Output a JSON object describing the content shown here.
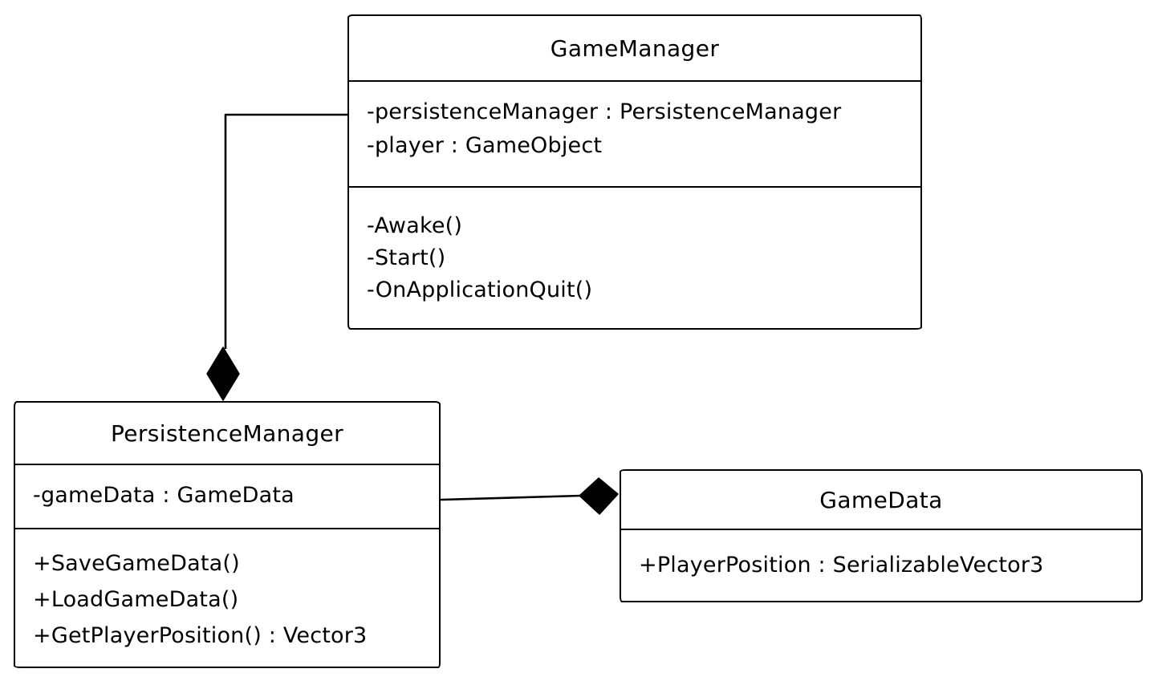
{
  "diagram": {
    "type": "uml-class-diagram",
    "style": "hand-drawn",
    "background_color": "#ffffff",
    "stroke_color": "#000000",
    "diamond_fill": "#000000",
    "classes": [
      {
        "name": "GameManager",
        "attributes": [
          "-persistenceManager : PersistenceManager",
          "-player : GameObject"
        ],
        "methods": [
          "-Awake()",
          "-Start()",
          "-OnApplicationQuit()"
        ]
      },
      {
        "name": "PersistenceManager",
        "attributes": [
          "-gameData : GameData"
        ],
        "methods": [
          "+SaveGameData()",
          "+LoadGameData()",
          "+GetPlayerPosition() : Vector3"
        ]
      },
      {
        "name": "GameData",
        "attributes": [
          "+PlayerPosition : SerializableVector3"
        ],
        "methods": []
      }
    ],
    "relationships": [
      {
        "type": "composition",
        "from": "GameManager",
        "to": "PersistenceManager",
        "diamond_at": "PersistenceManager",
        "marker": "filled-diamond"
      },
      {
        "type": "composition",
        "from": "PersistenceManager",
        "to": "GameData",
        "diamond_at": "GameData",
        "marker": "filled-diamond"
      }
    ]
  }
}
